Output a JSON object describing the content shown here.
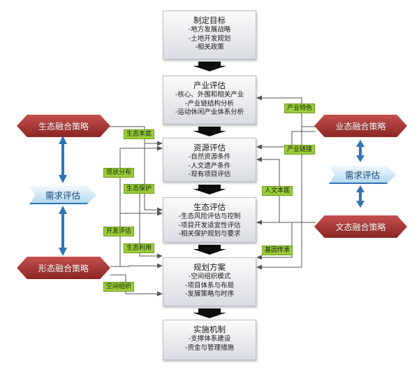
{
  "boxes": {
    "goal": {
      "title": "制定目标",
      "lines": [
        "-地方发展战略",
        "-土地开发规划",
        "-相关政策"
      ]
    },
    "industry": {
      "title": "产业评估",
      "lines": [
        "-核心、外围和相关产业",
        "-产业链结构分析",
        "-运动休闲产业体系分析"
      ]
    },
    "resource": {
      "title": "资源评估",
      "lines": [
        "-自然资源条件",
        "-人文遗产条件",
        "-现有项目评估"
      ]
    },
    "ecology": {
      "title": "生态评估",
      "lines": [
        "-生态风险评估与控制",
        "-项目开发适宜性评估",
        "-相关保护规划与要求"
      ]
    },
    "plan": {
      "title": "规划方案",
      "lines": [
        "-空间组织模式",
        "-项目体系与布局",
        "-发展策略与时序"
      ]
    },
    "impl": {
      "title": "实施机制",
      "lines": [
        "-支撑体系建设",
        "-资金与管理措施"
      ]
    }
  },
  "strategies": {
    "eco": "生态融合策略",
    "form": "形态融合策略",
    "industry": "业态融合策略",
    "culture": "文态融合策略"
  },
  "needs": {
    "left": "需求评估",
    "right": "需求评估"
  },
  "tags": {
    "eco_base": "生态本底",
    "status_dist": "现状分布",
    "eco_protect": "生态保护",
    "dev_eval": "开发评估",
    "eco_use": "生态利用",
    "spatial_org": "空间组织",
    "ind_feature": "产业特色",
    "ind_link": "产业链接",
    "human_base": "人文本底",
    "gene_inherit": "基因传承"
  },
  "colors": {
    "strategy_red": "#a83532",
    "need_blue": "#bfdff2",
    "arrow_blue": "#2f74b4",
    "tag_green": "#9ccc3a",
    "connector": "#555555",
    "flow_arrow": "#000000"
  }
}
